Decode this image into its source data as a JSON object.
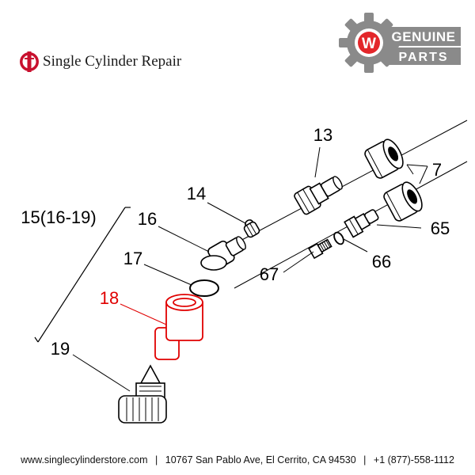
{
  "header": {
    "store_name": "Single Cylinder Repair",
    "badge": {
      "line1": "GENUINE",
      "line2": "PARTS",
      "letter": "W"
    }
  },
  "callouts": {
    "p13": "13",
    "p7": "7",
    "p14": "14",
    "p15": "15(16-19)",
    "p16": "16",
    "p65": "65",
    "p17": "17",
    "p66": "66",
    "p67": "67",
    "p18": "18",
    "p19": "19"
  },
  "footer": {
    "website": "www.singlecylinderstore.com",
    "address": "10767 San Pablo Ave, El Cerrito, CA 94530",
    "phone": "+1 (877)-558-1112",
    "separator": "|"
  },
  "colors": {
    "highlight": "#e00000",
    "brand_red": "#c8102e",
    "gear_gray": "#8a8a8a"
  }
}
